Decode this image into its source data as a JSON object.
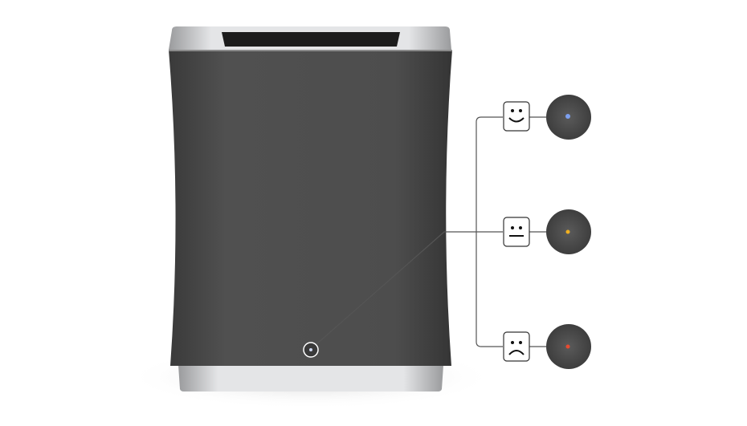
{
  "product": {
    "name_icon": "air-purifier-device"
  },
  "indicator": {
    "icon": "status-light-icon"
  },
  "levels": [
    {
      "icon": "happy-face-icon",
      "state": "good",
      "light_color": "#6a8fe0"
    },
    {
      "icon": "neutral-face-icon",
      "state": "moderate",
      "light_color": "#f0b020"
    },
    {
      "icon": "sad-face-icon",
      "state": "poor",
      "light_color": "#e84a30"
    }
  ],
  "colors": {
    "fabric": "#4a4a4a",
    "frame": "#c8c9cb",
    "line": "#555555"
  }
}
